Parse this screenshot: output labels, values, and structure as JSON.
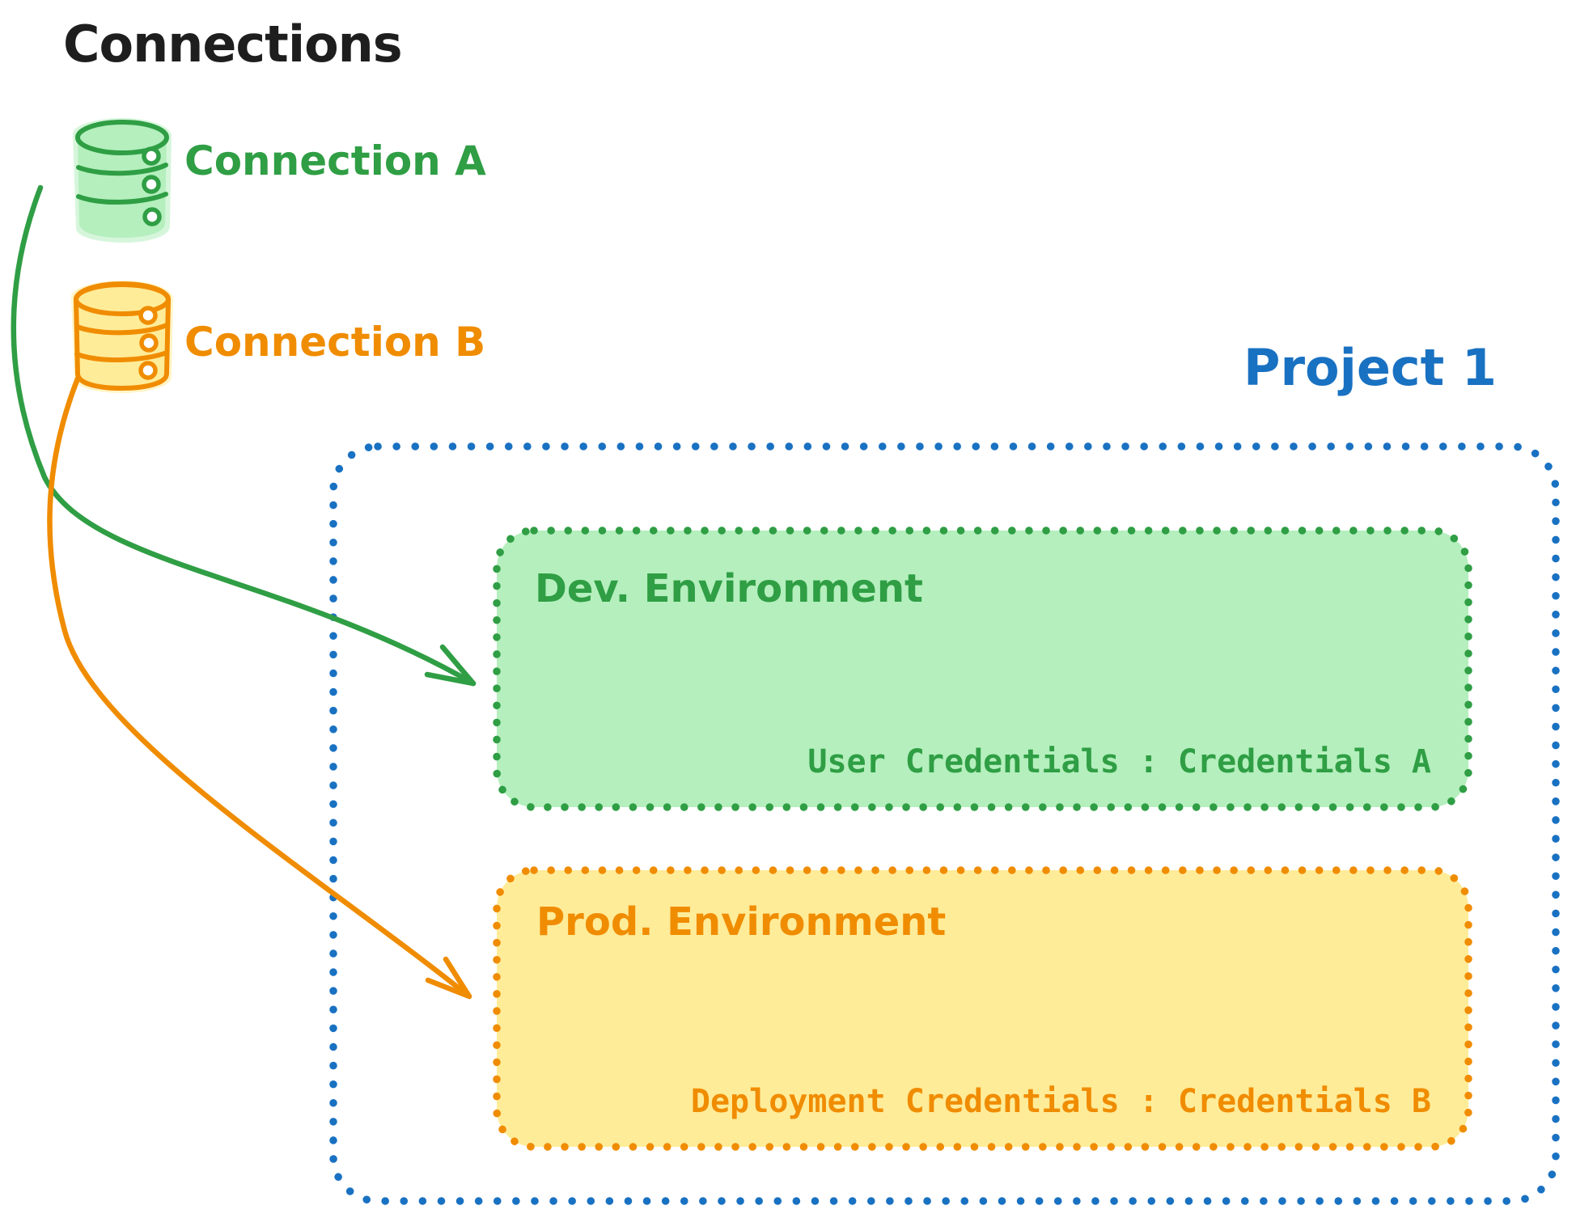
{
  "colors": {
    "ink": "#1e1e1e",
    "green": "#2f9e44",
    "green_fill": "#b4efbd",
    "orange": "#f08c00",
    "orange_fill": "#ffec99",
    "blue": "#1971c2"
  },
  "connections_panel": {
    "title": "Connections",
    "items": [
      {
        "id": "connection-a",
        "label": "Connection A",
        "color": "#2f9e44"
      },
      {
        "id": "connection-b",
        "label": "Connection B",
        "color": "#f08c00"
      }
    ]
  },
  "project": {
    "title": "Project 1",
    "color": "#1971c2",
    "environments": [
      {
        "id": "dev",
        "title": "Dev. Environment",
        "credentials_label": "User Credentials : Credentials A",
        "stroke": "#2f9e44",
        "fill": "#b4efbd"
      },
      {
        "id": "prod",
        "title": "Prod. Environment",
        "credentials_label": "Deployment Credentials : Credentials B",
        "stroke": "#f08c00",
        "fill": "#ffec99"
      }
    ]
  },
  "arrows": [
    {
      "id": "a-to-dev",
      "from": "Connection A",
      "to": "Dev. Environment",
      "color": "#2f9e44"
    },
    {
      "id": "b-to-prod",
      "from": "Connection B",
      "to": "Prod. Environment",
      "color": "#f08c00"
    }
  ]
}
